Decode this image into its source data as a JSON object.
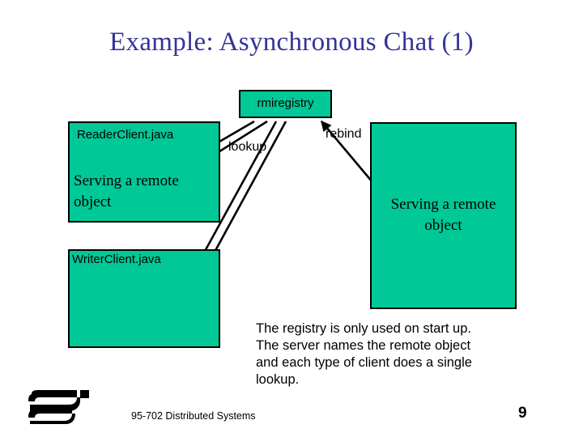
{
  "slide": {
    "title": "Example: Asynchronous Chat (1)",
    "title_color": "#333399",
    "background": "#ffffff"
  },
  "diagram": {
    "box_fill_color": "#00c896",
    "box_border_color": "#000000",
    "boxes": [
      {
        "name": "registry",
        "label": "rmiregistry"
      },
      {
        "name": "reader-client",
        "label": "ReaderClient.java",
        "body": "Serving a remote object"
      },
      {
        "name": "writer-client",
        "label": "WriterClient.java",
        "body": ""
      },
      {
        "name": "server",
        "label": "",
        "body": "Serving a remote object"
      }
    ],
    "arrows": [
      {
        "name": "lookup-reader",
        "label": "lookup",
        "from": "rmiregistry",
        "to": "ReaderClient.java"
      },
      {
        "name": "lookup-writer",
        "label": "lookup",
        "from": "rmiregistry",
        "to": "WriterClient.java"
      },
      {
        "name": "rebind-server",
        "label": "rebind",
        "from": "server",
        "to": "rmiregistry"
      }
    ],
    "arrow_labels": {
      "lookup": "lookup",
      "rebind": "rebind"
    }
  },
  "note": {
    "lines": [
      "The registry is only used on start up.",
      "The server names the remote object",
      "and each type of client does a single",
      "lookup."
    ]
  },
  "footer": {
    "logo_icon": "carnegie-mellon-heinz-logo-icon",
    "course": "95-702 Distributed Systems",
    "page_number": "9"
  }
}
